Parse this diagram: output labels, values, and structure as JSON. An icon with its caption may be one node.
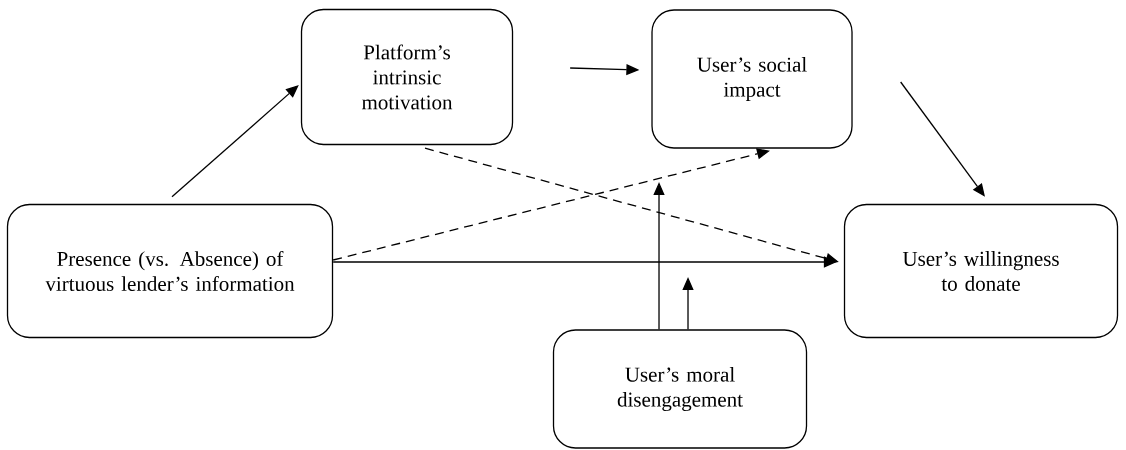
{
  "diagram": {
    "nodes": [
      {
        "text": [
          "Platform’s intrinsic motivation"
        ]
      },
      {
        "text": [
          "User’s social impact"
        ]
      },
      {
        "text": [
          "Presence (vs. Absence) of virtuous lender’s information"
        ]
      },
      {
        "text": [
          "User’s willingness to donate"
        ]
      },
      {
        "text": [
          "User’s moral disengagement"
        ]
      }
    ],
    "edges": [
      {
        "from": 2,
        "to": 0,
        "arrow": "to"
      },
      {
        "from": 0,
        "to": 1,
        "arrow": "to"
      },
      {
        "from": 1,
        "to": 3,
        "arrow": "to"
      },
      {
        "from": 2,
        "to": 3,
        "arrow": "to"
      },
      {
        "from": 2,
        "to": 1,
        "arrow": "to",
        "style": "dashed"
      },
      {
        "from": 0,
        "to": 3,
        "arrow": "to",
        "style": "dashed"
      },
      {
        "from": 4,
        "to": null,
        "arrow": "to"
      },
      {
        "from": 4,
        "to": null,
        "arrow": "to"
      }
    ]
  }
}
